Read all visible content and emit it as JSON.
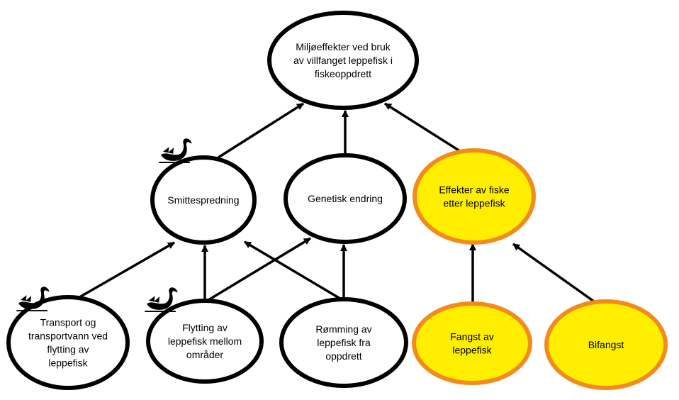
{
  "colors": {
    "stroke_default": "#000000",
    "fill_default": "#ffffff",
    "fill_fishing": "#ffee00",
    "stroke_fishing": "#f28a1e"
  },
  "nodes": {
    "top": {
      "lines": [
        "Miljøeffekter ved bruk",
        "av villfanget leppefisk i",
        "fiskeoppdrett"
      ]
    },
    "smitte": {
      "lines": [
        "Smittespredning"
      ]
    },
    "genetisk": {
      "lines": [
        "Genetisk endring"
      ]
    },
    "effekter": {
      "lines": [
        "Effekter av fiske",
        "etter leppefisk"
      ]
    },
    "transport": {
      "lines": [
        "Transport og",
        "transportvann ved",
        "flytting av",
        "leppefisk"
      ]
    },
    "flytting": {
      "lines": [
        "Flytting av",
        "leppefisk mellom",
        "områder"
      ]
    },
    "romming": {
      "lines": [
        "Rømming av",
        "leppefisk fra",
        "oppdrett"
      ]
    },
    "fangst": {
      "lines": [
        "Fangst av",
        "leppefisk"
      ]
    },
    "bifangst": {
      "lines": [
        "Bifangst"
      ]
    }
  },
  "black_swan_markers": [
    "smitte",
    "transport",
    "flytting"
  ],
  "edges": [
    {
      "from": "smitte",
      "to": "top"
    },
    {
      "from": "genetisk",
      "to": "top"
    },
    {
      "from": "effekter",
      "to": "top"
    },
    {
      "from": "transport",
      "to": "smitte"
    },
    {
      "from": "flytting",
      "to": "smitte"
    },
    {
      "from": "flytting",
      "to": "genetisk"
    },
    {
      "from": "romming",
      "to": "smitte"
    },
    {
      "from": "romming",
      "to": "genetisk"
    },
    {
      "from": "fangst",
      "to": "effekter"
    },
    {
      "from": "bifangst",
      "to": "effekter"
    }
  ]
}
